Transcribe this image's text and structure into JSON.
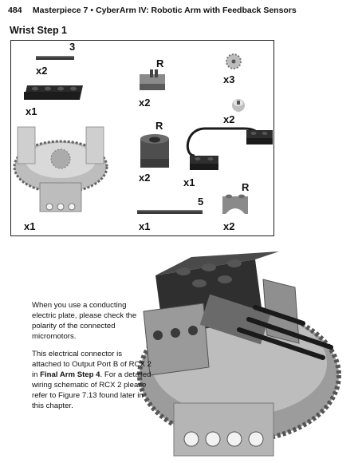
{
  "header": {
    "page_number": "484",
    "book_title": "Masterpiece 7",
    "chapter_title": "CyberArm IV: Robotic Arm with Feedback Sensors"
  },
  "step": {
    "title": "Wrist Step 1"
  },
  "parts": {
    "axle_3_length": "3",
    "axle_3_qty": "x2",
    "plate_qty": "x1",
    "tile_r_mark": "R",
    "tile_r_qty": "x2",
    "gear_qty": "x3",
    "bush_qty": "x2",
    "motor_r_mark": "R",
    "motor_qty": "x2",
    "connector_qty": "x1",
    "turntable_qty": "x1",
    "axle_5_length": "5",
    "axle_5_qty": "x1",
    "brick_r_mark": "R",
    "brick_qty": "x2"
  },
  "callout": {
    "para1": "When you use a conducting electric plate, please check the polarity of the connected micromotors.",
    "para2_pre": "This electrical connector is attached to Output Port B of RCX 2 in ",
    "para2_bold": "Final Arm Step 4",
    "para2_post": ". For a detailed wiring schematic of RCX 2 please refer to Figure 7.13 found later in this chapter."
  },
  "icons": [
    "axle-icon",
    "plate-icon",
    "tile-icon",
    "gear-icon",
    "bush-icon",
    "motor-icon",
    "connector-cable-icon",
    "turntable-icon",
    "brick-icon"
  ]
}
